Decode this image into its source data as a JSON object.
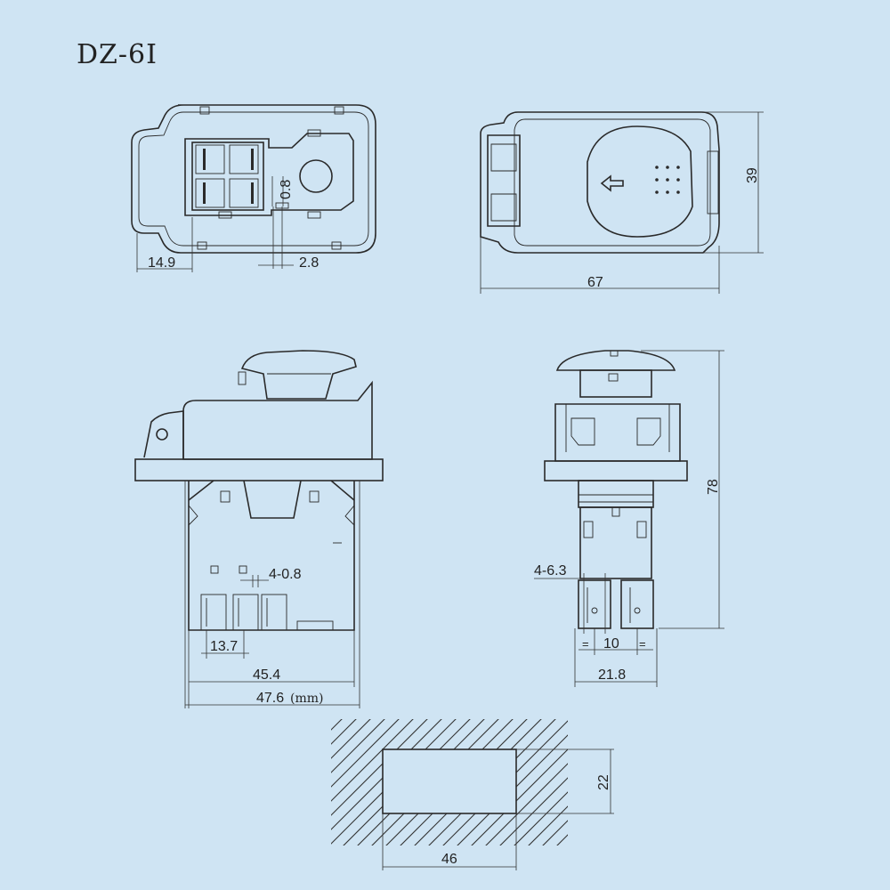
{
  "title": "DZ-6I",
  "dimensions": {
    "top_left_width": "14.9",
    "top_left_pitch": "2.8",
    "top_left_thickness": "0.8",
    "top_right_length": "67",
    "top_right_height": "39",
    "front_height": "78",
    "terminal_pins": "4-0.8",
    "pin_spacing": "13.7",
    "body_width": "45.4",
    "overall_width": "47.6",
    "unit": "(mm)",
    "side_terminals": "4-6.3",
    "side_pitch": "10",
    "side_width": "21.8",
    "equal_mark_left": "=",
    "equal_mark_right": "=",
    "cutout_width": "46",
    "cutout_height": "22"
  }
}
